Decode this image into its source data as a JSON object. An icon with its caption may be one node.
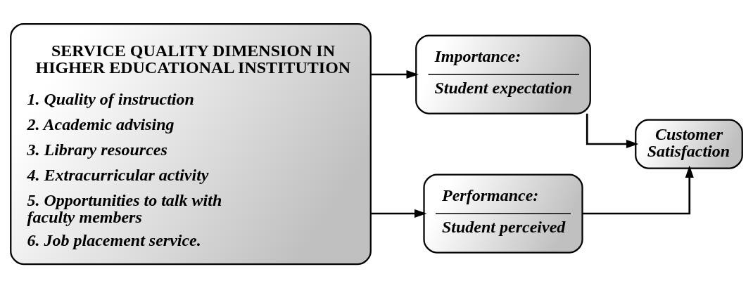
{
  "diagram": {
    "nodes": [
      {
        "text": [
          "SERVICE QUALITY DIMENSION IN HIGHER EDUCATIONAL INSTITUTION",
          "1. Quality of instruction",
          "2. Academic advising",
          "3. Library resources",
          "4. Extracurricular activity",
          "5. Opportunities to talk with faculty members",
          "6. Job placement service."
        ]
      },
      {
        "text": [
          "Importance:",
          "Student expectation"
        ]
      },
      {
        "text": [
          "Performance:",
          "Student perceived"
        ]
      },
      {
        "text": [
          "Customer Satisfaction"
        ]
      }
    ],
    "edges": [
      {
        "from": 0,
        "to": 1,
        "arrow": "to"
      },
      {
        "from": 0,
        "to": 2,
        "arrow": "to"
      },
      {
        "from": 1,
        "to": 3,
        "arrow": "to"
      },
      {
        "from": 2,
        "to": 3,
        "arrow": "to"
      }
    ]
  }
}
